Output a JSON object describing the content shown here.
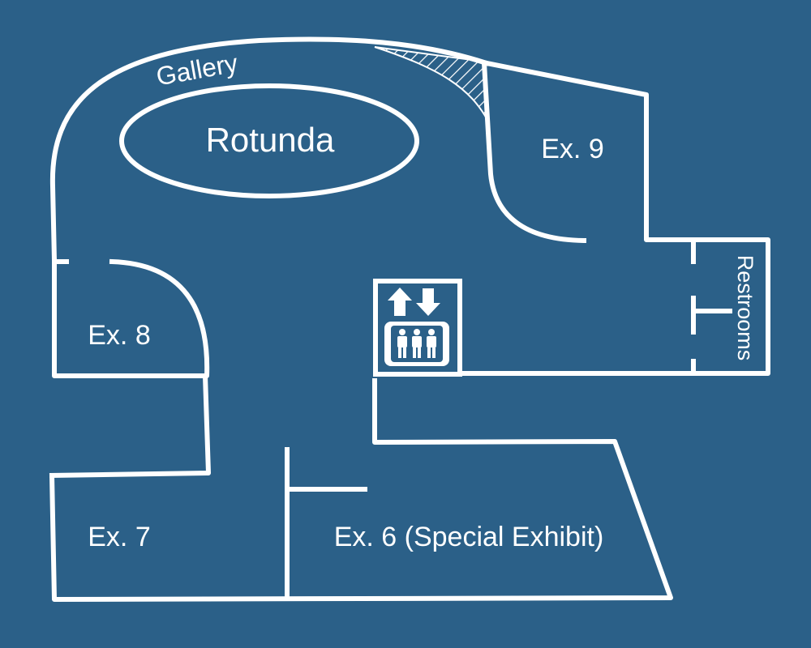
{
  "colors": {
    "background": "#2b6088",
    "lines": "#ffffff"
  },
  "labels": {
    "gallery": "Gallery",
    "rotunda": "Rotunda",
    "ex9": "Ex. 9",
    "ex8": "Ex. 8",
    "ex7": "Ex. 7",
    "ex6": "Ex. 6 (Special Exhibit)",
    "restrooms": "Restrooms"
  },
  "icons": {
    "elevator": "elevator-icon"
  }
}
